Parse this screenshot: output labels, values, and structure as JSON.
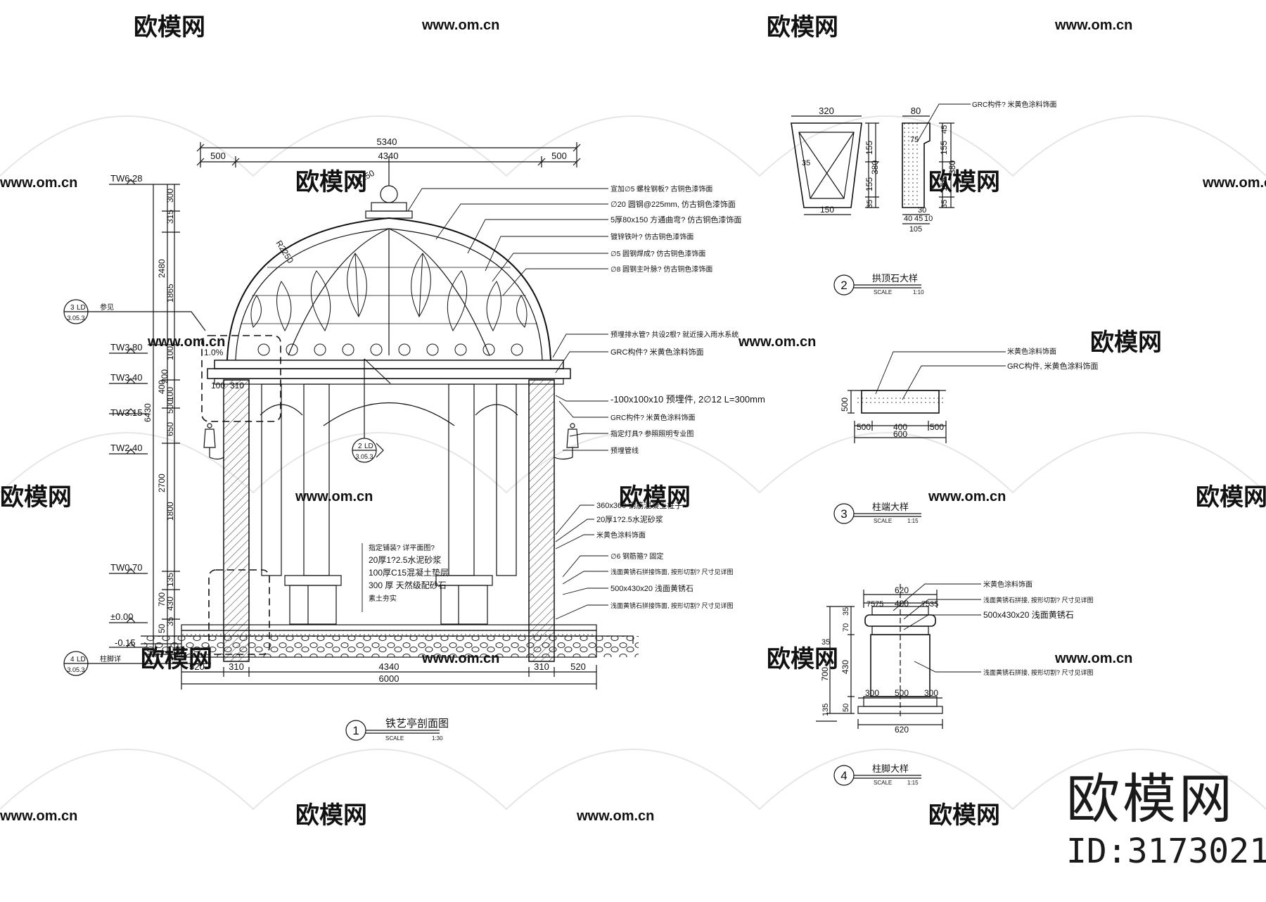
{
  "watermarks": {
    "brand": "欧模网",
    "url": "www.om.cn"
  },
  "section1": {
    "title": "铁艺亭剖面图",
    "number": "1",
    "scale_label": "SCALE",
    "scale": "1:30",
    "dims_top": {
      "overall": "5340",
      "left": "500",
      "center": "4340",
      "right": "500"
    },
    "dims_bottom": {
      "a": "520",
      "b": "310",
      "c": "4340",
      "d": "310",
      "e": "520",
      "total": "6000"
    },
    "dims_left": [
      "315",
      "300",
      "1865",
      "2480",
      "100",
      "200",
      "100",
      "400",
      "500",
      "650",
      "6430",
      "2700",
      "1800",
      "135",
      "430",
      "700",
      "35",
      "50",
      "100",
      "310"
    ],
    "radius_labels": [
      "R150",
      "R2250"
    ],
    "slope": "1.0%",
    "levels": [
      "TW6.28",
      "TW3.80",
      "TW3.40",
      "TW3.15",
      "TW2.40",
      "TW0.70",
      "±0.00",
      "-0.15"
    ],
    "ref_a": {
      "top": "3",
      "code": "LD",
      "sheet": "3.05.3",
      "note": "参见"
    },
    "ref_b": {
      "top": "2",
      "code": "LD",
      "sheet": "3.05.3"
    },
    "ref_c": {
      "top": "4",
      "code": "LD",
      "sheet": "3.05.3",
      "note": "柱脚详"
    },
    "notes_right": [
      "宣加∅5 螺栓钢板? 古铜色漆饰面",
      "∅20 圆钢@225mm, 仿古铜色漆饰面",
      "5厚80x150 方通曲弯? 仿古铜色漆饰面",
      "镀锌铁叶? 仿古铜色漆饰面",
      "∅5 圆钢焊成? 仿古铜色漆饰面",
      "∅8 圆钢主叶脉? 仿古铜色漆饰面",
      "预埋排水管? 共设2根? 就近接入雨水系统",
      "GRC构件? 米黄色涂料饰面",
      "-100x100x10 预埋件, 2∅12 L=300mm",
      "GRC构件? 米黄色涂料饰面",
      "指定灯具? 参照照明专业图",
      "预埋管线",
      "360x360 钢筋混凝土柱子",
      "20厚1?2.5水泥砂浆",
      "米黄色涂料饰面",
      "∅6 钢筋箍? 固定",
      "浅面黄锈石拼接饰面, 按形切割? 尺寸见详图",
      "500x430x20 浅面黄锈石",
      "浅面黄锈石拼接饰面, 按形切割? 尺寸见详图"
    ],
    "notes_center": [
      "指定铺装? 详平面图?",
      "20厚1?2.5水泥砂浆",
      "100厚C15混凝土垫层",
      "300 厚 天然级配砂石",
      "素土夯实"
    ]
  },
  "section2": {
    "title": "拱顶石大样",
    "number": "2",
    "scale_label": "SCALE",
    "scale": "1:10",
    "note": "GRC构件? 米黄色涂料饰面",
    "dims_front": {
      "top": "320",
      "bottom": "150",
      "left": "35",
      "height": "380",
      "a": "155",
      "b": "155",
      "c": "35"
    },
    "dims_side": {
      "top": "80",
      "a": "75",
      "b": "30",
      "c": "40",
      "d": "45",
      "e": "45",
      "f": "10",
      "g": "105",
      "h": "155",
      "i": "155",
      "j": "380",
      "k": "35",
      "l": "45"
    }
  },
  "section3": {
    "title": "柱端大样",
    "number": "3",
    "scale_label": "SCALE",
    "scale": "1:15",
    "notes": [
      "米黄色涂料饰面",
      "GRC构件, 米黄色涂料饰面"
    ],
    "dims": {
      "height": "500",
      "left": "500",
      "center": "400",
      "right": "500",
      "total": "600"
    }
  },
  "section4": {
    "title": "柱脚大样",
    "number": "4",
    "scale_label": "SCALE",
    "scale": "1:15",
    "notes": [
      "米黄色涂料饰面",
      "浅面黄锈石拼接, 按形切割? 尺寸见详图",
      "500x430x20 浅面黄锈石",
      "浅面黄锈石拼接, 按形切割? 尺寸见详图"
    ],
    "dims": {
      "top": "620",
      "mid": "400",
      "l1": "75",
      "l2": "75",
      "r1": "75",
      "r2": "35",
      "h1": "35",
      "h2": "700",
      "h3": "430",
      "h4": "135",
      "h5": "70",
      "h6": "35",
      "h7": "50",
      "b1": "300",
      "b2": "500",
      "b3": "300",
      "bottom": "620"
    }
  },
  "brand": {
    "name": "欧模网",
    "id": "ID:3173021"
  }
}
